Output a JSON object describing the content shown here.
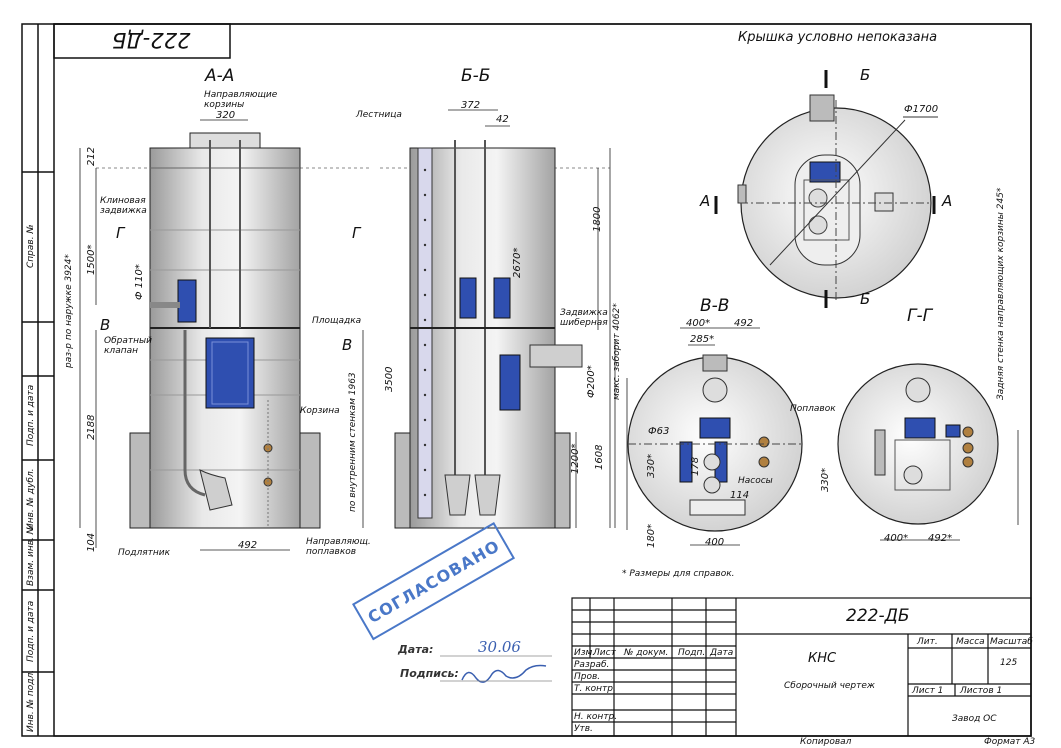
{
  "sheet": {
    "code_mirrored": "222-ДБ",
    "note_cover": "Крышка условно непоказана",
    "note_dims": "* Размеры для справок."
  },
  "sections": {
    "aa": "А-А",
    "bb": "Б-Б",
    "vv": "В-В",
    "gg": "Г-Г",
    "mark_g": "Г",
    "mark_v": "В",
    "mark_b": "Б",
    "mark_a": "А"
  },
  "labels": {
    "napravl_korziny": "Направляющие корзины",
    "klinovaya": "Клиновая задвижка",
    "obratny": "Обратный клапан",
    "ploschadka": "Площадка",
    "korzina": "Корзина",
    "podlyatnik": "Подлятник",
    "napravl_poplavkov": "Направляющ. поплавков",
    "lestnica": "Лестница",
    "zadvizhka_shibernaya": "Задвижка шиберная",
    "poplavok": "Поплавок",
    "nasosy": "Насосы",
    "phi1700": "Ф1700",
    "zadnyaya_stenka": "Задняя стенка направляющих корзины 245*",
    "razm_naruzhe": "раз-р по наружке 3924*",
    "po_vnutr": "по внутренним стенкам 1963",
    "maks_zabor": "макс. заборит 4062*"
  },
  "dims": {
    "d212": "212",
    "d320": "320",
    "d1500": "1500*",
    "d110": "Ф 110*",
    "d2188": "2188",
    "d104": "104",
    "d492": "492",
    "d372": "372",
    "d42": "42",
    "d2670": "2670*",
    "d1800": "1800",
    "d3500": "3500",
    "d200": "Ф200*",
    "d1200": "1200*",
    "d1608": "1608",
    "d400": "400*",
    "d492b": "492",
    "d285": "285*",
    "d63": "Ф63",
    "d330": "330*",
    "d178": "178",
    "d114": "114",
    "d180": "180*",
    "d400b": "400",
    "d330b": "330*",
    "d400c": "400*",
    "d492c": "492*"
  },
  "approval": {
    "stamp": "СОГЛАСОВАНО",
    "date_label": "Дата:",
    "date_value": "30.06",
    "sign_label": "Подпись:"
  },
  "title_block": {
    "code": "222-ДБ",
    "name": "КНС",
    "subtitle": "Сборочный чертеж",
    "lit": "Лит.",
    "massa": "Масса",
    "masshtab": "Масштаб",
    "scale": "125",
    "list": "Лист 1",
    "listov": "Листов 1",
    "org": "Завод ОС",
    "kopiroval": "Копировал",
    "format": "Формат А3",
    "col_izm": "Изм.",
    "col_list": "Лист",
    "col_doc": "№ докум.",
    "col_podp": "Подп.",
    "col_data": "Дата",
    "razrab": "Разраб.",
    "prov": "Пров.",
    "tkontr": "Т. контр.",
    "nkontr": "Н. контр.",
    "utv": "Утв."
  },
  "side_strip": {
    "sprav": "Справ. №",
    "podp_data1": "Подп. и дата",
    "inv_dubl": "Инв. № дубл.",
    "vzam_inv": "Взам. инв. №",
    "podp_data2": "Подп. и дата",
    "inv_podl": "Инв. № подл."
  },
  "colors": {
    "line": "#111111",
    "tank": "#c9c9c9",
    "accent_blue": "#2f4fb0",
    "stamp_blue": "#4a78c8"
  }
}
